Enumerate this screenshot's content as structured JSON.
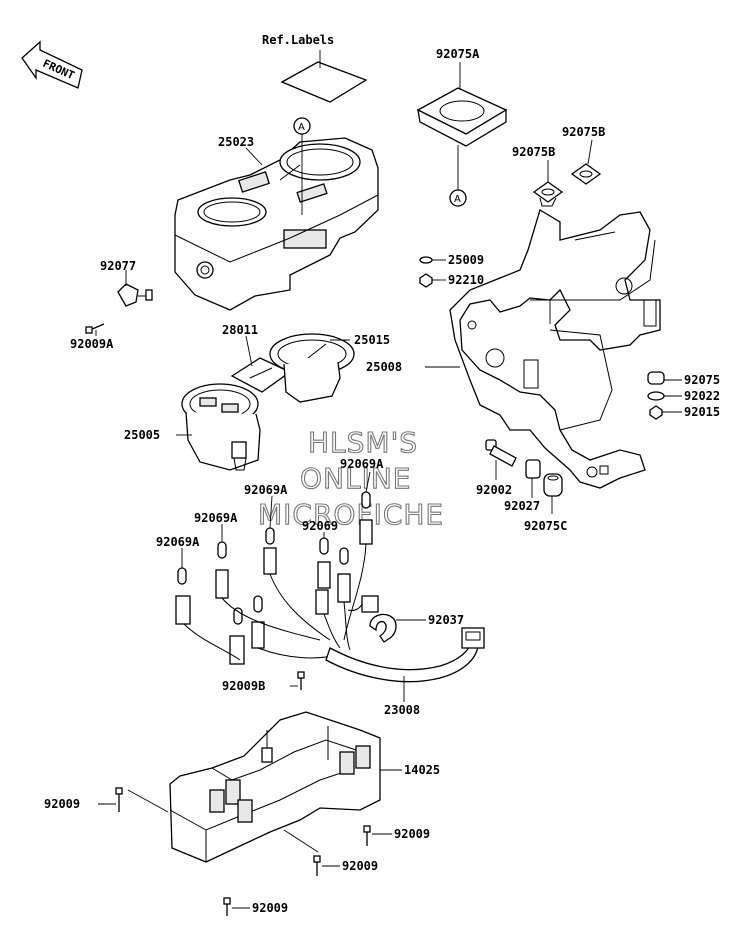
{
  "front_arrow": {
    "label": "FRONT"
  },
  "reference_marker": {
    "letter": "A"
  },
  "labels": {
    "ref_labels": "Ref.Labels",
    "p92075A": "92075A",
    "p92075B_1": "92075B",
    "p92075B_2": "92075B",
    "p25023": "25023",
    "p25009": "25009",
    "p92210": "92210",
    "p92077": "92077",
    "p92009A": "92009A",
    "p28011": "28011",
    "p25015": "25015",
    "p25008": "25008",
    "p92075": "92075",
    "p92022": "92022",
    "p92015": "92015",
    "p25005": "25005",
    "p92069A_1": "92069A",
    "p92069A_2": "92069A",
    "p92069A_3": "92069A",
    "p92069A_4": "92069A",
    "p92069": "92069",
    "p92002": "92002",
    "p92027": "92027",
    "p92075C": "92075C",
    "p92037": "92037",
    "p92009B": "92009B",
    "p23008": "23008",
    "p14025": "14025",
    "p92009_1": "92009",
    "p92009_2": "92009",
    "p92009_3": "92009",
    "p92009_4": "92009"
  },
  "watermark": {
    "line1": "HLSM'S",
    "line2": "ONLINE",
    "line3": "MICROFICHE"
  }
}
